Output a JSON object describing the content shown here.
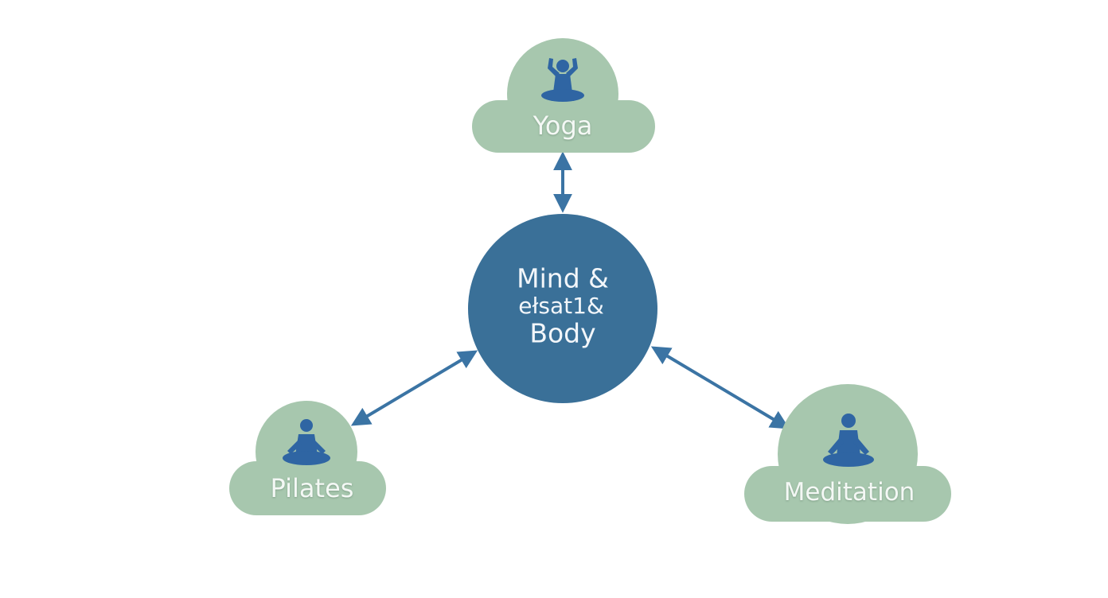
{
  "colors": {
    "background": "#ffffff",
    "cloud_fill": "#a7c7ae",
    "hub_fill": "#3a7098",
    "icon_fill": "#2f65a3",
    "arrow": "#3b74a4",
    "label_text": "#f4f8f5"
  },
  "hub": {
    "line1": "Mind &",
    "line2": "ełsat1&",
    "line3": "Body"
  },
  "nodes": {
    "yoga": {
      "label": "Yoga",
      "icon": "yoga-arms-up-icon"
    },
    "pilates": {
      "label": "Pilates",
      "icon": "seated-meditation-icon"
    },
    "meditation": {
      "label": "Meditation",
      "icon": "seated-meditation-icon"
    }
  },
  "connections": [
    {
      "from": "hub",
      "to": "yoga",
      "direction": "bidirectional"
    },
    {
      "from": "hub",
      "to": "pilates",
      "direction": "bidirectional"
    },
    {
      "from": "hub",
      "to": "meditation",
      "direction": "bidirectional"
    }
  ]
}
